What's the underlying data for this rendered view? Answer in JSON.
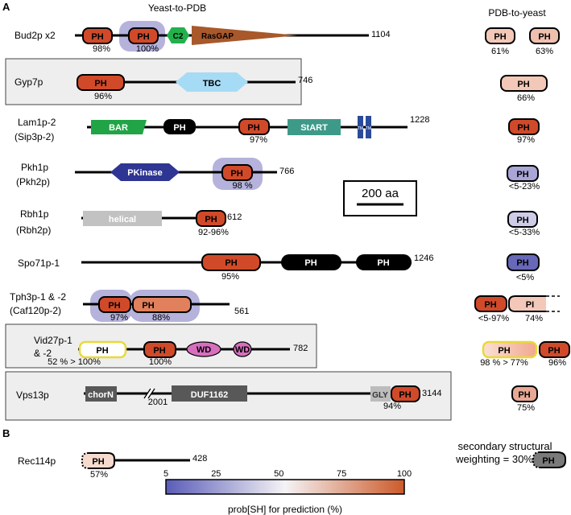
{
  "panels": {
    "a": "A",
    "b": "B"
  },
  "headers": {
    "left": "Yeast-to-PDB",
    "right": "PDB-to-yeast"
  },
  "scale_bar": "200 aa",
  "proteins": [
    {
      "name": "Bud2p x2",
      "length": "1104",
      "domains": [
        "PH",
        "PH",
        "C2",
        "RasGAP"
      ],
      "left_pcts": [
        "98%",
        "100%"
      ],
      "right": [
        {
          "label": "PH",
          "pct": "61%"
        },
        {
          "label": "PH",
          "pct": "63%"
        }
      ]
    },
    {
      "name": "Gyp7p",
      "length": "746",
      "domains": [
        "PH",
        "TBC"
      ],
      "left_pcts": [
        "96%"
      ],
      "right": [
        {
          "label": "PH",
          "pct": "66%"
        }
      ]
    },
    {
      "name": "Lam1p-2",
      "alias": "(Sip3p-2)",
      "length": "1228",
      "domains": [
        "BAR",
        "PH",
        "PH",
        "StART",
        "TM",
        "TM"
      ],
      "left_pcts": [
        "97%"
      ],
      "right": [
        {
          "label": "PH",
          "pct": "97%"
        }
      ]
    },
    {
      "name": "Pkh1p",
      "alias": "(Pkh2p)",
      "length": "766",
      "domains": [
        "PKinase",
        "PH"
      ],
      "left_pcts": [
        "98 %"
      ],
      "right": [
        {
          "label": "PH",
          "pct": "<5-23%"
        }
      ]
    },
    {
      "name": "Rbh1p",
      "alias": "(Rbh2p)",
      "length": "612",
      "domains": [
        "helical",
        "PH"
      ],
      "left_pcts": [
        "92-96%"
      ],
      "right": [
        {
          "label": "PH",
          "pct": "<5-33%"
        }
      ]
    },
    {
      "name": "Spo71p-1",
      "length": "1246",
      "domains": [
        "PH",
        "PH",
        "PH"
      ],
      "left_pcts": [
        "95%"
      ],
      "right": [
        {
          "label": "PH",
          "pct": "<5%"
        }
      ]
    },
    {
      "name": "Tph3p-1 & -2",
      "alias": "(Caf120p-2)",
      "length": "561",
      "domains": [
        "PH",
        "PH"
      ],
      "left_pcts": [
        "97%",
        "88%"
      ],
      "right": [
        {
          "label": "PH",
          "pct": "<5-97%"
        },
        {
          "label": "PI",
          "pct": "74%"
        }
      ]
    },
    {
      "name": "Vid27p-1",
      "alias": "& -2",
      "length": "782",
      "domains": [
        "PH",
        "PH",
        "WD",
        "WD"
      ],
      "left_pcts": [
        "52 % > 100%",
        "100%"
      ],
      "right": [
        {
          "label": "PH",
          "pct": "98 % > 77%"
        },
        {
          "label": "PH",
          "pct": "96%"
        }
      ]
    },
    {
      "name": "Vps13p",
      "length": "3144",
      "break_label": "2001",
      "domains": [
        "chorN",
        "DUF1162",
        "GLY",
        "PH"
      ],
      "left_pcts": [
        "94%"
      ],
      "right": [
        {
          "label": "PH",
          "pct": "75%"
        }
      ]
    }
  ],
  "panel_b": {
    "name": "Rec114p",
    "length": "428",
    "domain": "PH",
    "pct": "57%",
    "note_line1": "secondary structural",
    "note_line2": "weighting = 30%",
    "note_domain": "PH"
  },
  "colorbar": {
    "ticks": [
      "5",
      "25",
      "50",
      "75",
      "100"
    ],
    "label": "prob[SH] for prediction (%)",
    "low_color": "#5a5cb8",
    "mid_color": "#f5f3f5",
    "high_color": "#cc5a2a"
  },
  "colors": {
    "ph_strong": "#d04a2a",
    "ph_mid": "#e3917b",
    "ph_light": "#f3c8b8",
    "ph_lavender": "#a9a6d6",
    "ph_blue": "#6768b8",
    "highlight": "#b5b2dc",
    "c2": "#22b14c",
    "rasgap": "#a8582a",
    "tbc": "#a6dbf5",
    "bar": "#21a446",
    "start": "#3e9a88",
    "tm": "#2a4a9a",
    "pkinase": "#2e3592",
    "helical": "#c2c2c2",
    "dark_domain": "#585858",
    "gly": "#bcbcbc",
    "box_fill": "#eeeeee",
    "outline_yellow": "#e8d93a"
  }
}
